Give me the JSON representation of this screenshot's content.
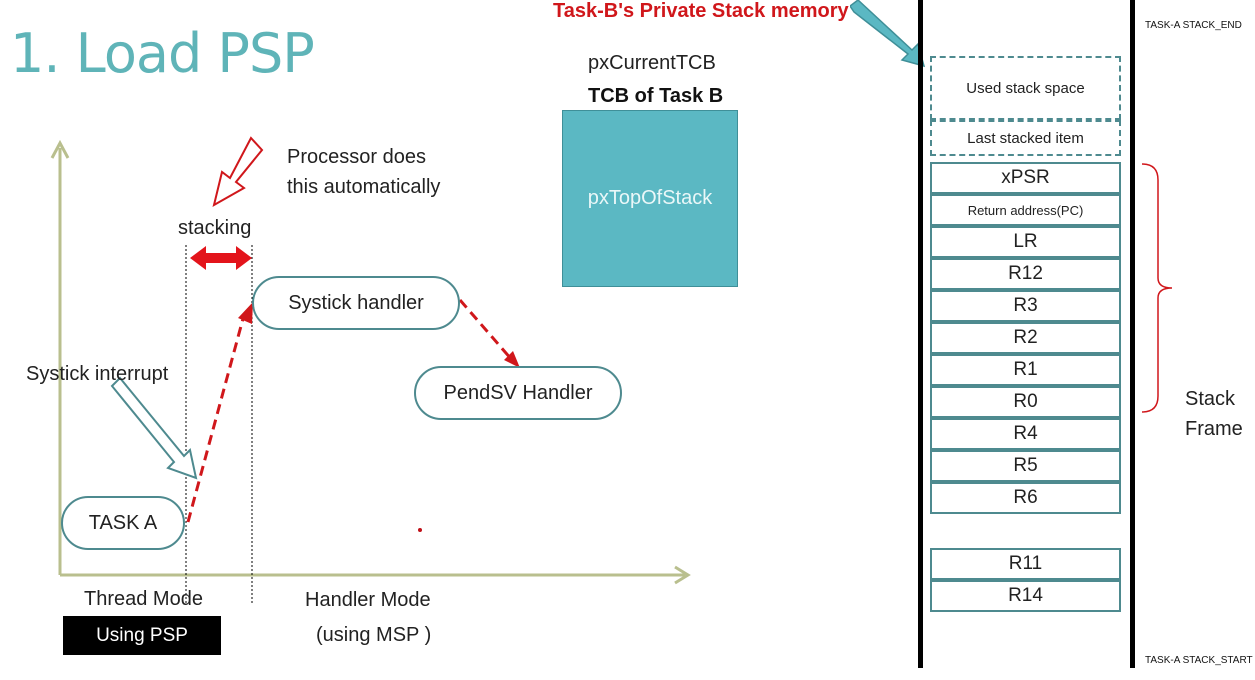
{
  "title": "1. Load PSP",
  "diagram": {
    "processor_note_line1": "Processor does",
    "processor_note_line2": "this automatically",
    "stacking_label": "stacking",
    "systick_interrupt_label": "Systick interrupt",
    "task_a_label": "TASK A",
    "systick_handler_label": "Systick handler",
    "pendsv_handler_label": "PendSV Handler",
    "thread_mode_label": "Thread Mode",
    "using_psp_label": "Using PSP",
    "handler_mode_label": "Handler Mode",
    "using_msp_label": "(using MSP )"
  },
  "tcb": {
    "current_label": "pxCurrentTCB",
    "tcb_title": "TCB of Task B",
    "top_of_stack_label": "pxTopOfStack"
  },
  "stack": {
    "private_stack_label": "Task-B's Private Stack memory",
    "stack_end_label": "TASK-A STACK_END",
    "stack_start_label": "TASK-A STACK_START",
    "used_space_label": "Used stack space",
    "last_item_label": "Last stacked item",
    "frame_registers": [
      "xPSR",
      "Return address(PC)",
      "LR",
      "R12",
      "R3",
      "R2",
      "R1",
      "R0",
      "R4",
      "R5",
      "R6"
    ],
    "extra_registers": [
      "R11",
      "R14"
    ],
    "frame_label_line1": "Stack",
    "frame_label_line2": "Frame"
  },
  "colors": {
    "title": "#5fb4b8",
    "accent_red": "#d0171b",
    "teal_border": "#4e8a8f",
    "tcb_fill": "#5bb8c3",
    "axis": "#b9bf8e"
  }
}
